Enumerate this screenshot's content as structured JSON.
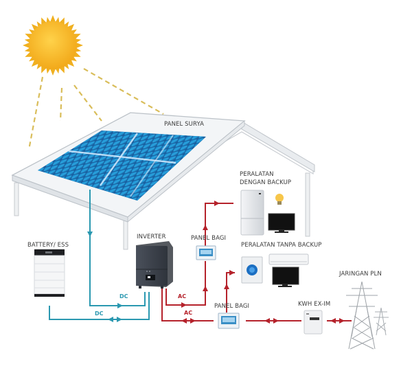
{
  "diagram": {
    "title": "Solar PV system with battery backup",
    "components": {
      "solar_panel": {
        "label": "PANEL SURYA"
      },
      "battery": {
        "label": "BATTERY/ ESS"
      },
      "inverter": {
        "label": "INVERTER"
      },
      "panel_bagi_backup": {
        "label": "PANEL BAGI"
      },
      "panel_bagi_main": {
        "label": "PANEL BAGI"
      },
      "loads_backup": {
        "label_line1": "PERALATAN",
        "label_line2": "DENGAN BACKUP"
      },
      "loads_no_backup": {
        "label": "PERALATAN TANPA BACKUP"
      },
      "kwh_meter": {
        "label": "KWH EX-IM"
      },
      "grid": {
        "label": "JARINGAN PLN"
      }
    },
    "connections": [
      {
        "from": "solar_panel",
        "to": "inverter",
        "type": "DC",
        "label": "DC",
        "direction": "one-way"
      },
      {
        "from": "battery",
        "to": "inverter",
        "type": "DC",
        "label": "DC",
        "direction": "two-way"
      },
      {
        "from": "inverter",
        "to": "panel_bagi_backup",
        "type": "AC",
        "label": "AC",
        "direction": "one-way"
      },
      {
        "from": "panel_bagi_backup",
        "to": "loads_backup",
        "type": "AC",
        "direction": "one-way"
      },
      {
        "from": "inverter",
        "to": "panel_bagi_main",
        "type": "AC",
        "label": "AC",
        "direction": "two-way"
      },
      {
        "from": "panel_bagi_main",
        "to": "loads_no_backup",
        "type": "AC",
        "direction": "one-way"
      },
      {
        "from": "panel_bagi_main",
        "to": "kwh_meter",
        "type": "AC",
        "direction": "two-way"
      },
      {
        "from": "kwh_meter",
        "to": "grid",
        "type": "AC",
        "direction": "two-way"
      }
    ],
    "colors": {
      "dc_line": "#2a98b0",
      "ac_line": "#b5222b",
      "sun": "#f5b81c",
      "sun_rays": "#e0c060",
      "panel_cells": "#1f6fb0",
      "roof": "#f2f4f6",
      "inverter": "#3d434d"
    }
  }
}
